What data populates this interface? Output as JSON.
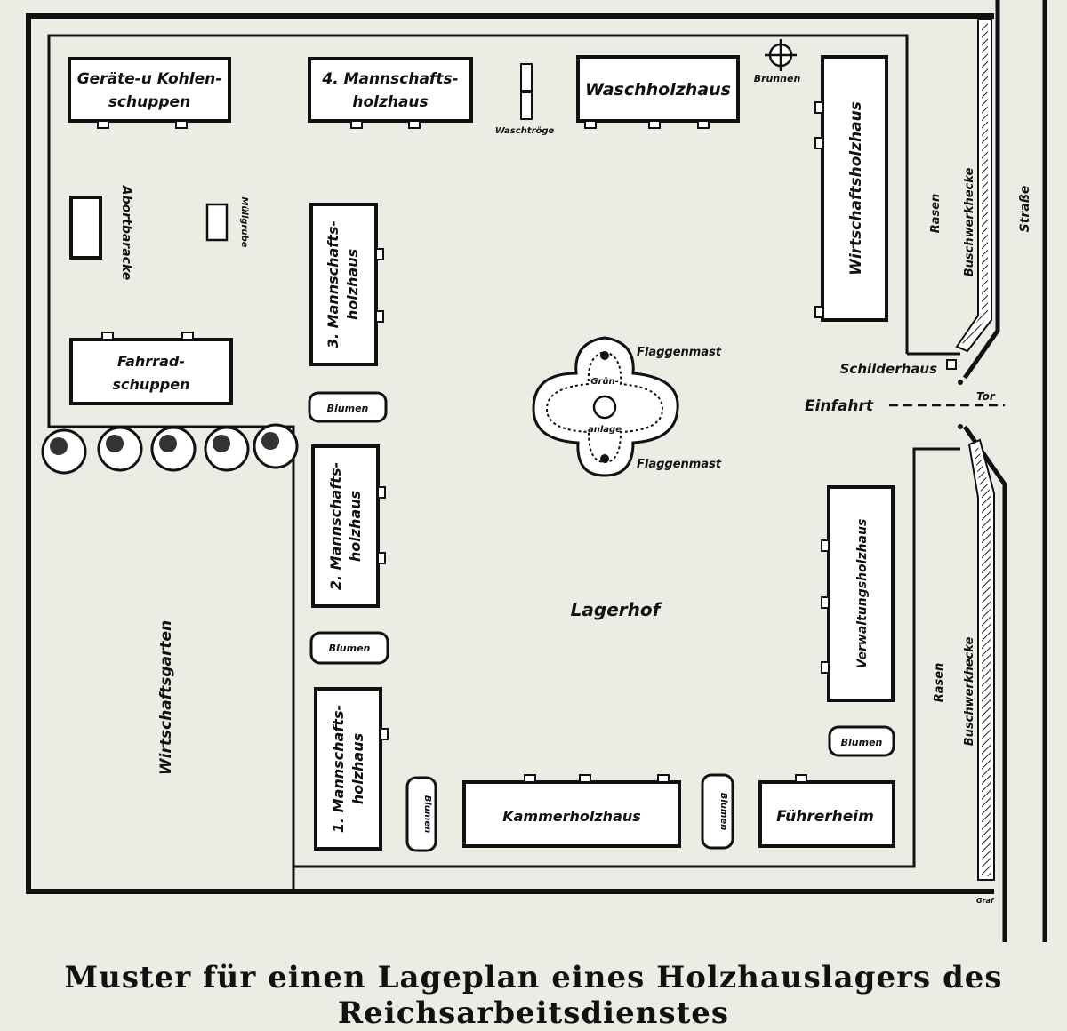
{
  "caption": "Muster für einen Lageplan eines Holzhauslagers des Reichsarbeitsdienstes",
  "labels": {
    "geraete_line1": "Geräte-u Kohlen-",
    "geraete_line2": "schuppen",
    "mann4_line1": "4. Mannschafts-",
    "mann4_line2": "holzhaus",
    "waschtroege": "Waschtröge",
    "waschholzhaus": "Waschholzhaus",
    "brunnen": "Brunnen",
    "wirtschaftsholzhaus": "Wirtschaftsholzhaus",
    "abortbaracke": "Abortbaracke",
    "muellgrube": "Müllgrube",
    "mann3_line1": "3. Mannschafts-",
    "mann3_line2": "holzhaus",
    "fahrrad_line1": "Fahrrad-",
    "fahrrad_line2": "schuppen",
    "blumen": "Blumen",
    "flaggenmast": "Flaggenmast",
    "gruen": "Grün-",
    "anlage": "anlage",
    "schilderhaus": "Schilderhaus",
    "einfahrt": "Einfahrt",
    "tor": "Tor",
    "rasen": "Rasen",
    "buschwerkhecke": "Buschwerkhecke",
    "strasse": "Straße",
    "mann2_line1": "2. Mannschafts-",
    "mann2_line2": "holzhaus",
    "lagerhof": "Lagerhof",
    "verwaltungsholzhaus": "Verwaltungsholzhaus",
    "wirtschaftsgarten": "Wirtschaftsgarten",
    "mann1_line1": "1. Mannschafts-",
    "mann1_line2": "holzhaus",
    "kammerholzhaus": "Kammerholzhaus",
    "fuehrerheim": "Führerheim",
    "signature": "Graf"
  },
  "colors": {
    "ink": "#111111",
    "paper": "#ecebe4"
  }
}
